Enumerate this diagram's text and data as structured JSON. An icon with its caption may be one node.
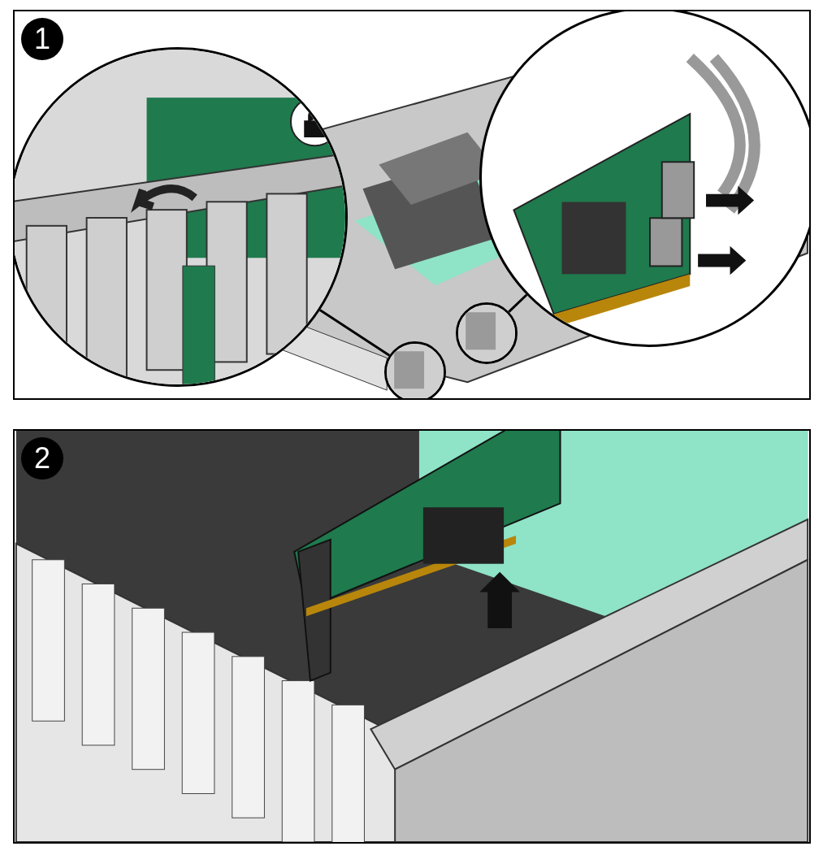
{
  "diagram": {
    "nodes": [
      {
        "text": [],
        "shape": "box"
      },
      {
        "text": [
          "1"
        ],
        "in": 0
      },
      {
        "text": [],
        "shape": "box"
      },
      {
        "text": [
          "2"
        ],
        "in": 2
      },
      {
        "text": [],
        "shape": "circle",
        "in": 0
      },
      {
        "text": [],
        "shape": "circle",
        "in": 0
      },
      {
        "text": [],
        "shape": "circle",
        "in": 0
      },
      {
        "text": [],
        "shape": "circle",
        "in": 0
      }
    ],
    "edges": [
      {
        "from": 5,
        "to": 4,
        "arrow": "none"
      },
      {
        "from": 7,
        "to": 6,
        "arrow": "none"
      }
    ]
  }
}
